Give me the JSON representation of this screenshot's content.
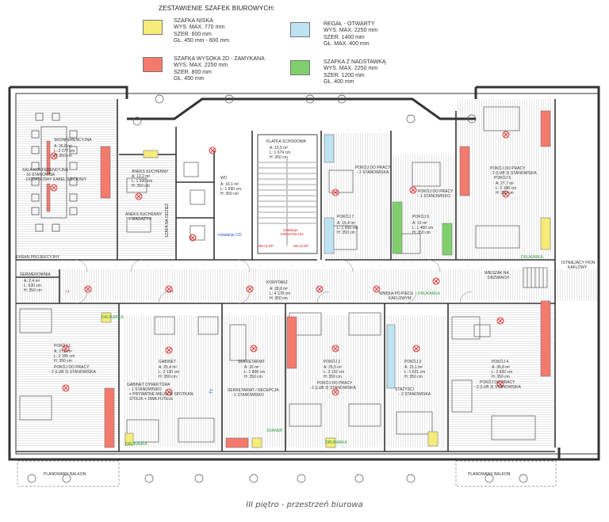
{
  "legend": {
    "title": "ZESTAWIENIE SZAFEK BIUROWYCH:",
    "items": [
      {
        "name": "SZAFKA NISKA",
        "lines": [
          "WYS. MAX. 770 mm",
          "SZER. 600 mm",
          "GŁ. 450 mm - 600 mm"
        ],
        "color": "#f5ec7a"
      },
      {
        "name": "SZAFKA WYSOKA 2D - ZAMYKANA",
        "lines": [
          "WYS. MAX. 2250 mm",
          "SZER. 800 mm",
          "GŁ. 450 mm"
        ],
        "color": "#f47a6e"
      },
      {
        "name": "REGAŁ - OTWARTY",
        "lines": [
          "WYS. MAX. 2250 mm",
          "SZER. 1400 mm",
          "GŁ. MAX. 400 mm"
        ],
        "color": "#bfe3f2"
      },
      {
        "name": "SZAFKA Z NADSTAWKĄ",
        "lines": [
          "WYS. MAX. 2250 mm",
          "SZER. 1200 mm",
          "GŁ. 400 mm"
        ],
        "color": "#7fd06c"
      }
    ]
  },
  "rooms": [
    {
      "id": "sala-konferencyjna",
      "title": "SALA KONFERENCYJNA",
      "lines": [
        "- 16 STANOWISK",
        "- DODATKOWY KABEL SIECIOWY"
      ]
    },
    {
      "id": "sala-stats",
      "lines": [
        "SKONFERENCYJNA",
        "A: 26,8 m²",
        "L: 2 277 cm",
        "H: 350 cm"
      ]
    },
    {
      "id": "aneks",
      "title": "ANEKS KUCHENNY",
      "lines": [
        "A: 12,2 m²",
        "L: 1 500 cm",
        "H: 350 cm"
      ]
    },
    {
      "id": "aneks-desc",
      "lines": [
        "ANEKS KUCHENNY",
        "+ MAGAZYN"
      ]
    },
    {
      "id": "wc",
      "title": "WC",
      "lines": [
        "A: 16,1 m²",
        "L: 1 690 cm",
        "H: 350 cm"
      ]
    },
    {
      "id": "klatka",
      "title": "KLATKA SCHODOWA",
      "lines": [
        "A: 15,5 m²",
        "L: 1 674 cm",
        "H: 350 cm"
      ]
    },
    {
      "id": "pokoj7",
      "title": "POKÓJ 7",
      "lines": [
        "A: 15,4 m²",
        "L: 1 650 cm",
        "H: 350 cm"
      ]
    },
    {
      "id": "pokoj7-desc",
      "lines": [
        "POKÓJ DO PRACY",
        "- 2 STANOWISKA"
      ]
    },
    {
      "id": "pokoj6",
      "title": "POKÓJ 6",
      "lines": [
        "A: 12 m²",
        "L: 1 450 cm",
        "H: 350 cm"
      ]
    },
    {
      "id": "pokoj6-desc",
      "lines": [
        "POKÓJ DO PRACY",
        "- 1 STANOWISKO"
      ]
    },
    {
      "id": "pokoj5",
      "title": "POKÓJ 5",
      "lines": [
        "A: 27,7 m²",
        "L: 2 188 cm",
        "H: 350 cm"
      ]
    },
    {
      "id": "pokoj5-desc",
      "lines": [
        "POKÓJ DO PRACY",
        "- 2 (LUB 3) STANOWISKA"
      ]
    },
    {
      "id": "serwerownia",
      "title": "SERWEROWNIA",
      "lines": [
        "A: 2,4 m²",
        "L: 630 cm",
        "H: 350 cm"
      ]
    },
    {
      "id": "korytarz",
      "title": "KORYTARZ",
      "lines": [
        "A: 28,8 m²",
        "L: 4 178 cm",
        "H: 350 cm"
      ]
    },
    {
      "id": "pokoj1",
      "title": "POKÓJ 1",
      "lines": [
        "A: 27,5 m²",
        "L: 2 165 cm",
        "H: 350 cm"
      ]
    },
    {
      "id": "pokoj1-desc",
      "lines": [
        "POKÓJ DO PRACY",
        "- 2 (LUB 3) STANOWISKA"
      ]
    },
    {
      "id": "gabinet",
      "title": "GABINET",
      "lines": [
        "A: 25,4 m²",
        "L: 2 130 cm",
        "H: 350 cm"
      ]
    },
    {
      "id": "gabinet-desc",
      "lines": [
        "GABINET DYREKTORA",
        "- 1 STANOWISKO",
        "+ PRYWATNE MIEJSCE SPOTKAŃ:",
        "STOLIK + DWA FOTELE"
      ]
    },
    {
      "id": "sekretariat",
      "title": "SEKRETARIAT",
      "lines": [
        "A: 16 m²",
        "L: 1 808 cm",
        "H: 350 cm"
      ]
    },
    {
      "id": "sekretariat-desc",
      "lines": [
        "SEKRETARIAT / RECEPCJA",
        "- 1 STANOWISKO"
      ]
    },
    {
      "id": "pokoj2",
      "title": "POKÓJ 2",
      "lines": [
        "A: 25,5 m²",
        "L: 2 132 cm",
        "H: 350 cm"
      ]
    },
    {
      "id": "pokoj2-desc",
      "lines": [
        "POKÓJ DO PRACY",
        "- 2 (LUB 3) STANOWISKA"
      ]
    },
    {
      "id": "pokoj3",
      "title": "POKÓJ 3",
      "lines": [
        "A: 15,1 m²",
        "L: 1 621 cm",
        "H: 350 cm"
      ]
    },
    {
      "id": "pokoj3-desc",
      "lines": [
        "STAŻYŚCI",
        "- 2 STANOWISKA"
      ]
    },
    {
      "id": "pokoj4",
      "title": "POKÓJ 4",
      "lines": [
        "A: 36,8 m²",
        "L: 2 692 cm",
        "H: 350 cm"
      ]
    },
    {
      "id": "pokoj4-desc",
      "lines": [
        "POKÓJ DO PRACY",
        "- 2 (LUB 3) STANOWISKA"
      ]
    }
  ],
  "notes": {
    "ekran": "EKRAN PROJEKCYJNY",
    "szafa": "SZAFA NA ODZIEŻ",
    "wieszak1": "WIESZAK NA",
    "wieszak2": "DRZWIACH",
    "istniejacy1": "ISTNIEJĄCY PION",
    "istniejacy2": "KAFLOWY",
    "wneka1": "WNĘKA PO PIECU",
    "wneka2": "KAFLOWYM",
    "drukarka": "DRUKARKA",
    "skaner": "SKANER",
    "instalacje": "instalacje CO",
    "instalacje2": "instalacje",
    "instalacje3": "teletechniczne",
    "balkon": "PLANOWANY BALKON",
    "wlaczp": "WŁĄCZP.",
    "l1": "L1",
    "tv": "TV"
  },
  "caption": "III piętro - przestrzeń biurowa"
}
